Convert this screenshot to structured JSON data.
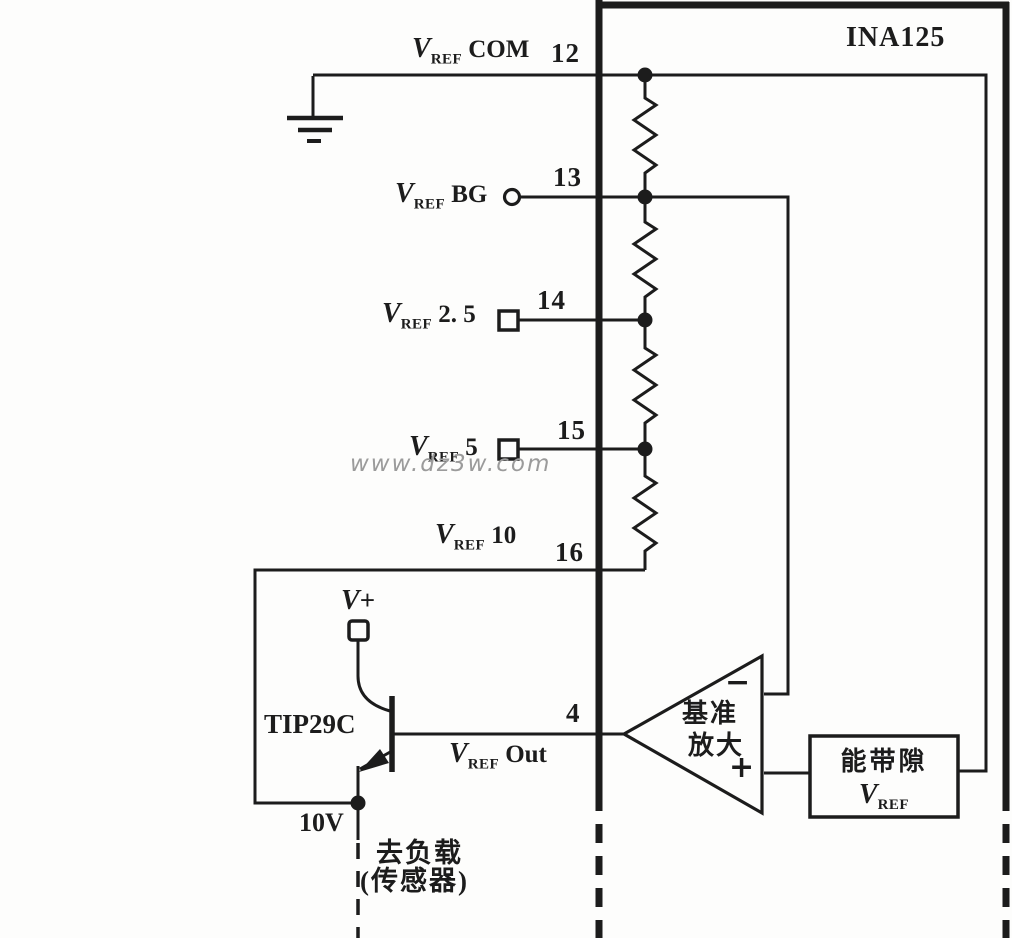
{
  "chip": {
    "title": "INA125"
  },
  "watermark": "www.dz3w.com",
  "pins": {
    "com": "12",
    "bg": "13",
    "ref25": "14",
    "ref5": "15",
    "ref10": "16",
    "out": "4"
  },
  "labels": {
    "vref_com": {
      "v": "V",
      "sub": "REF",
      "rest": "COM"
    },
    "vref_bg": {
      "v": "V",
      "sub": "REF",
      "rest": "BG"
    },
    "vref_25": {
      "v": "V",
      "sub": "REF",
      "rest": "2. 5"
    },
    "vref_5": {
      "v": "V",
      "sub": "REF",
      "rest": "5"
    },
    "vref_10": {
      "v": "V",
      "sub": "REF",
      "rest": "10"
    },
    "vref_out": {
      "v": "V",
      "sub": "REF",
      "rest": "Out"
    }
  },
  "supply": {
    "v": "V",
    "plus": "+"
  },
  "transistor": {
    "name": "TIP29C"
  },
  "output_node": {
    "voltage": "10V"
  },
  "load": {
    "line1": "去负载",
    "line2": "(传感器)"
  },
  "opamp": {
    "line1": "基准",
    "line2": "放大",
    "minus": "−",
    "plus": "+"
  },
  "bandgap": {
    "line1": "能带隙",
    "v": "V",
    "sub": "REF"
  },
  "colors": {
    "ink": "#1c1c1c",
    "watermark_gray": "#9b9b9b",
    "paper": "#fdfdfc"
  }
}
